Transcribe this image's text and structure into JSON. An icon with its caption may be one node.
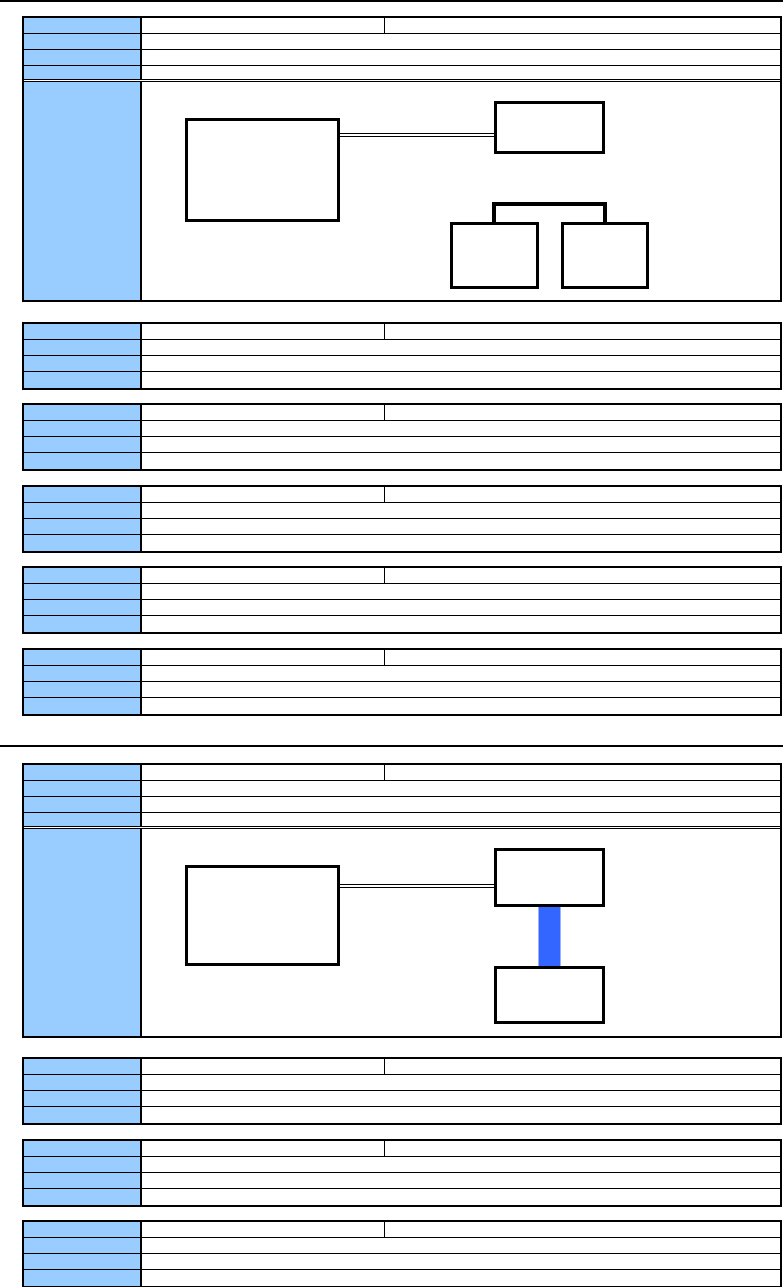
{
  "diagram": {
    "nodes": [
      {
        "text": [],
        "shape": "box"
      },
      {
        "text": [],
        "shape": "box"
      },
      {
        "text": [],
        "shape": "box"
      },
      {
        "text": [],
        "shape": "box"
      },
      {
        "text": [],
        "shape": "box"
      },
      {
        "text": [],
        "shape": "box"
      },
      {
        "text": [],
        "shape": "box"
      }
    ],
    "edges": [
      {
        "from": 0,
        "to": 1,
        "arrow": "none"
      },
      {
        "from": 2,
        "to": 3,
        "arrow": "none",
        "style": "thick"
      },
      {
        "from": 4,
        "to": 5,
        "arrow": "none"
      },
      {
        "from": 5,
        "to": 6,
        "arrow": "none",
        "style": "thick",
        "color": "#3366ff"
      }
    ]
  }
}
